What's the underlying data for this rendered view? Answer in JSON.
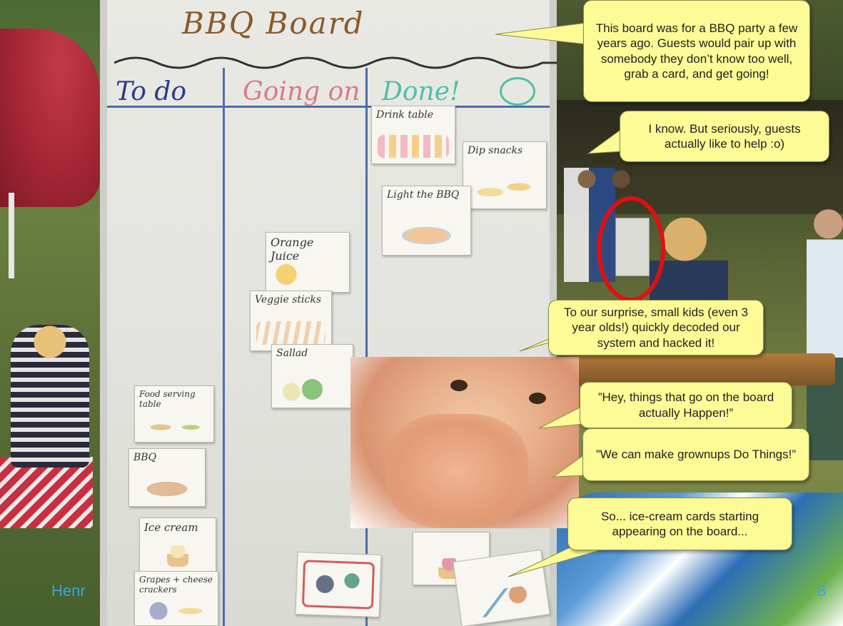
{
  "board": {
    "title": "BBQ Board",
    "columns": [
      {
        "label": "To do",
        "color": "#2b3a8a"
      },
      {
        "label": "Going on",
        "color": "#d97a8a"
      },
      {
        "label": "Done!",
        "color": "#4fbfa6"
      }
    ],
    "cards": {
      "drink_table": "Drink table",
      "dip_snacks": "Dip snacks",
      "light_bbq": "Light the BBQ",
      "orange_juice": "Orange Juice",
      "veggie_sticks": "Veggie sticks",
      "sallad": "Sallad",
      "food_serving": "Food serving table",
      "bbq": "BBQ",
      "ice_cream": "Ice cream",
      "grapes": "Grapes + cheese crackers"
    }
  },
  "callouts": {
    "c1": "This board was for a BBQ party a few years ago. Guests would pair up with somebody they don’t know too well, grab a card, and get going!",
    "c2": "I know. But seriously, guests actually like to help :o)",
    "c3": "To our surprise, small kids (even 3 year olds!) quickly decoded our system and hacked it!",
    "c4": "”Hey, things that go on the board actually Happen!”",
    "c5": "”We can make grownups Do Things!”",
    "c6": "So... ice-cream cards starting appearing on the board..."
  },
  "footer": {
    "name": "Henr",
    "page": "8"
  },
  "colors": {
    "callout_bg": "#fdfb96",
    "highlight": "#e01010",
    "footer_text": "#3aa6d6"
  }
}
